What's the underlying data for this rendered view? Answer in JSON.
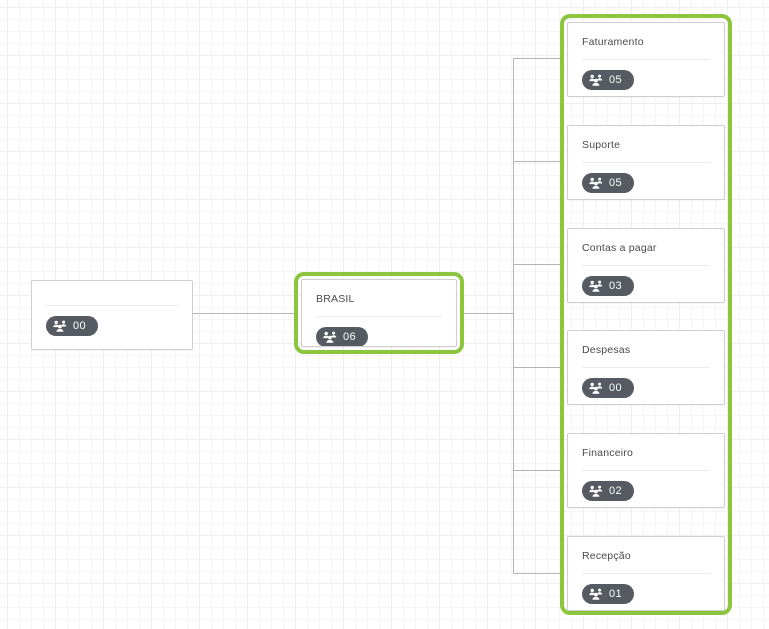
{
  "chart": {
    "type": "org-chart",
    "accent_color": "#8cc63f",
    "badge_color": "#565b63",
    "connector_color": "#b4b4b4",
    "badge_icon": "people-group-icon",
    "nodes": {
      "root": {
        "title": "",
        "count": "00",
        "highlighted": false
      },
      "brasil": {
        "title": "BRASIL",
        "count": "06",
        "highlighted": true
      },
      "children": [
        {
          "title": "Faturamento",
          "count": "05"
        },
        {
          "title": "Suporte",
          "count": "05"
        },
        {
          "title": "Contas a pagar",
          "count": "03"
        },
        {
          "title": "Despesas",
          "count": "00"
        },
        {
          "title": "Financeiro",
          "count": "02"
        },
        {
          "title": "Recepção",
          "count": "01"
        }
      ]
    }
  }
}
